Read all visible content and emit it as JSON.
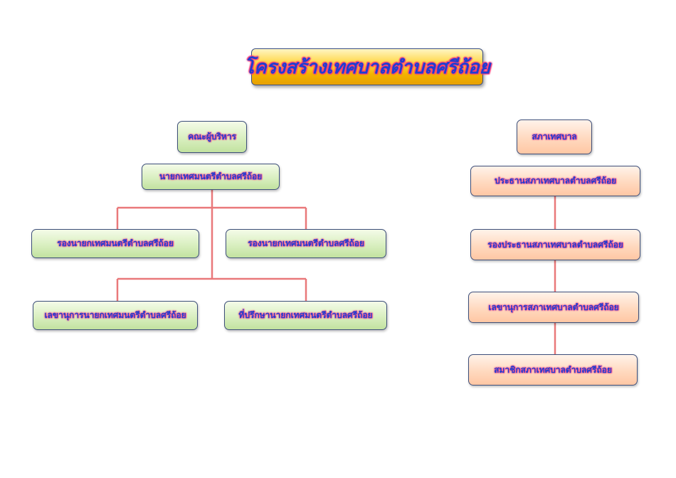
{
  "title": "โครงสร้างเทศบาลตำบลศรีถ้อย",
  "colors": {
    "connector": "#e9787a",
    "title_text": "#1f3fd0",
    "title_glow": "#ff3a7a",
    "left_node_fill": "#d9efc0",
    "right_node_fill": "#ffd9bf"
  },
  "executive": {
    "header": "คณะผู้บริหาร",
    "mayor": "นายกเทศมนตรีตำบลศรีถ้อย",
    "deputy_1": "รองนายกเทศมนตรีตำบลศรีถ้อย",
    "deputy_2": "รองนายกเทศมนตรีตำบลศรีถ้อย",
    "secretary": "เลขานุการนายกเทศมนตรีตำบลศรีถ้อย",
    "advisor": "ที่ปรึกษานายกเทศมนตรีตำบลศรีถ้อย"
  },
  "council": {
    "header": "สภาเทศบาล",
    "president": "ประธานสภาเทศบาลตำบลศรีถ้อย",
    "vice_president": "รองประธานสภาเทศบาลตำบลศรีถ้อย",
    "secretary": "เลขานุการสภาเทศบาลตำบลศรีถ้อย",
    "members": "สมาชิกสภาเทศบาลตำบลศรีถ้อย"
  }
}
